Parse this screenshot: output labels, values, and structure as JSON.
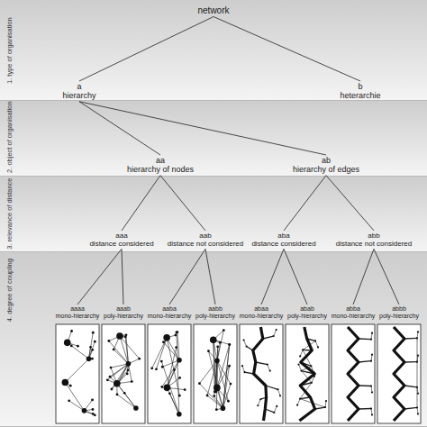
{
  "diagram": {
    "nodes": [
      {
        "text": [
          "network"
        ]
      },
      {
        "text": [
          "a",
          "hierarchy"
        ]
      },
      {
        "text": [
          "b",
          "heterarchie"
        ]
      },
      {
        "text": [
          "aa",
          "hierarchy of nodes"
        ]
      },
      {
        "text": [
          "ab",
          "hierarchy of edges"
        ]
      },
      {
        "text": [
          "aaa",
          "distance considered"
        ]
      },
      {
        "text": [
          "aab",
          "distance not considered"
        ]
      },
      {
        "text": [
          "aba",
          "distance considered"
        ]
      },
      {
        "text": [
          "abb",
          "distance not considered"
        ]
      },
      {
        "text": [
          "aaaa",
          "mono-hierarchy"
        ]
      },
      {
        "text": [
          "aaab",
          "poly-hierarchy"
        ]
      },
      {
        "text": [
          "aaba",
          "mono-hierarchy"
        ]
      },
      {
        "text": [
          "aabb",
          "poly-hierarchy"
        ]
      },
      {
        "text": [
          "abaa",
          "mono-hierarchy"
        ]
      },
      {
        "text": [
          "abab",
          "poly-hierarchy"
        ]
      },
      {
        "text": [
          "abba",
          "mono-hierarchy"
        ]
      },
      {
        "text": [
          "abbb",
          "poly-hierarchy"
        ]
      }
    ],
    "edges": [
      {
        "from": 0,
        "to": 1,
        "arrow": "none"
      },
      {
        "from": 0,
        "to": 2,
        "arrow": "none"
      },
      {
        "from": 1,
        "to": 3,
        "arrow": "none"
      },
      {
        "from": 1,
        "to": 4,
        "arrow": "none"
      },
      {
        "from": 3,
        "to": 5,
        "arrow": "none"
      },
      {
        "from": 3,
        "to": 6,
        "arrow": "none"
      },
      {
        "from": 4,
        "to": 7,
        "arrow": "none"
      },
      {
        "from": 4,
        "to": 8,
        "arrow": "none"
      },
      {
        "from": 5,
        "to": 9,
        "arrow": "none"
      },
      {
        "from": 5,
        "to": 10,
        "arrow": "none"
      },
      {
        "from": 6,
        "to": 11,
        "arrow": "none"
      },
      {
        "from": 6,
        "to": 12,
        "arrow": "none"
      },
      {
        "from": 7,
        "to": 13,
        "arrow": "none"
      },
      {
        "from": 7,
        "to": 14,
        "arrow": "none"
      },
      {
        "from": 8,
        "to": 15,
        "arrow": "none"
      },
      {
        "from": 8,
        "to": 16,
        "arrow": "none"
      }
    ],
    "labels": [
      "1. type of organisation",
      "2. object of organisation",
      "3. relevance of distance",
      "4. degree of coupling"
    ]
  }
}
